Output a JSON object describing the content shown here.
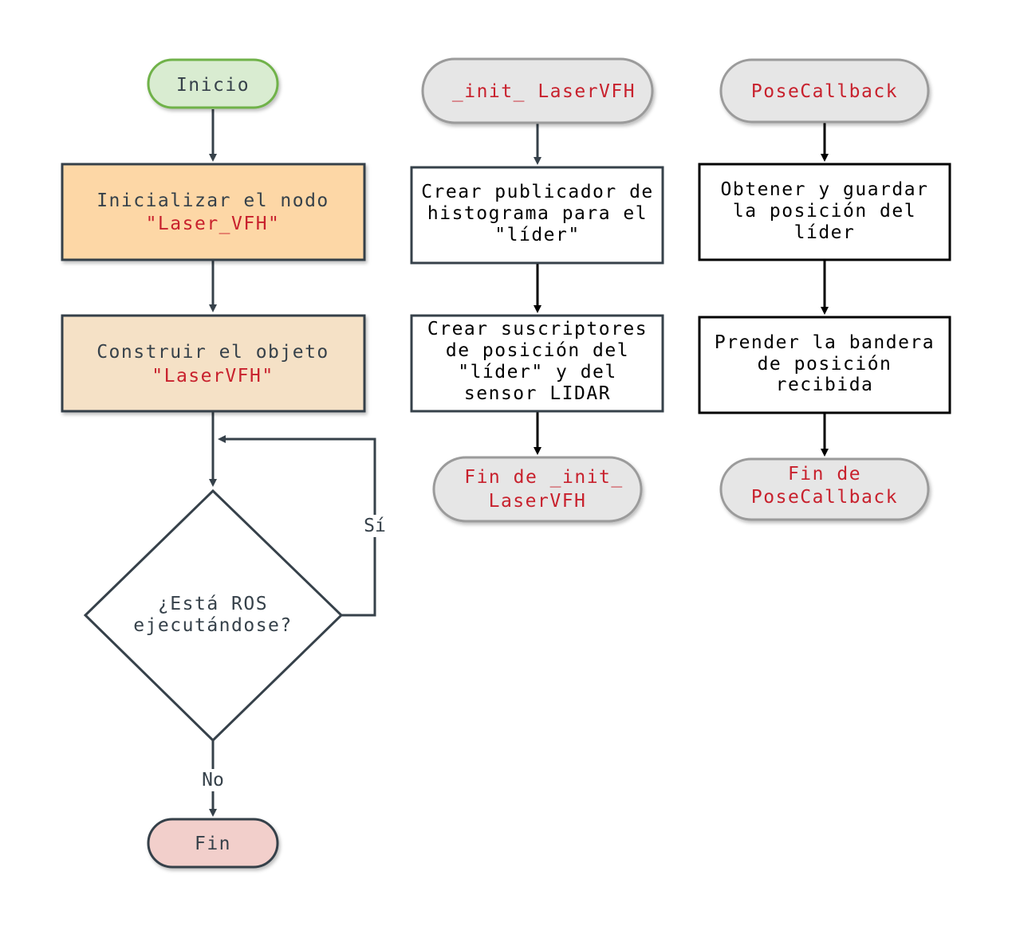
{
  "colors": {
    "dark_text": "#36414a",
    "red_text": "#c8212d",
    "black": "#000000",
    "start_fill": "#d9ecd1",
    "start_stroke": "#6fb24a",
    "init_fill": "#fdd7a6",
    "build_fill": "#f5e1c6",
    "end_fill": "#f2cfcb",
    "grey_fill": "#e6e6e6",
    "grey_stroke": "#9b9b9b"
  },
  "main_flow": {
    "start": "Inicio",
    "init_node_l1": "Inicializar el nodo",
    "init_node_l2": "\"Laser_VFH\"",
    "build_object_l1": "Construir el objeto",
    "build_object_l2": "\"LaserVFH\"",
    "decision_l1": "¿Está ROS",
    "decision_l2": "ejecutándose?",
    "yes_label": "Sí",
    "no_label": "No",
    "end": "Fin"
  },
  "init_flow": {
    "start": "_init_ LaserVFH",
    "step1_l1": "Crear publicador de",
    "step1_l2": "histograma para el",
    "step1_l3": "\"líder\"",
    "step2_l1": "Crear suscriptores",
    "step2_l2": "de posición del",
    "step2_l3": "\"líder\" y del",
    "step2_l4": "sensor LIDAR",
    "end_l1": "Fin de _init_",
    "end_l2": "LaserVFH"
  },
  "pose_flow": {
    "start": "PoseCallback",
    "step1_l1": "Obtener y guardar",
    "step1_l2": "la posición del",
    "step1_l3": "líder",
    "step2_l1": "Prender la bandera",
    "step2_l2": "de posición",
    "step2_l3": "recibida",
    "end_l1": "Fin de",
    "end_l2": "PoseCallback"
  }
}
